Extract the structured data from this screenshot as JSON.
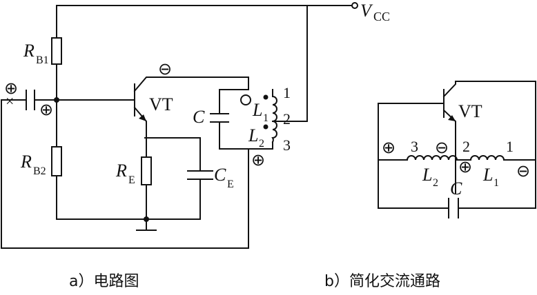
{
  "circuit_a": {
    "vcc_main": "V",
    "vcc_sub": "CC",
    "rb1_main": "R",
    "rb1_sub": "B1",
    "rb2_main": "R",
    "rb2_sub": "B2",
    "re_main": "R",
    "re_sub": "E",
    "ce_main": "C",
    "ce_sub": "E",
    "c_label": "C",
    "l1_main": "L",
    "l1_sub": "1",
    "l2_main": "L",
    "l2_sub": "2",
    "transistor": "VT",
    "pin1": "1",
    "pin2": "2",
    "pin3": "3",
    "plus": "⊕",
    "minus": "⊖",
    "cross": "×",
    "caption": "a）电路图"
  },
  "circuit_b": {
    "transistor": "VT",
    "pin1": "1",
    "pin2": "2",
    "pin3": "3",
    "l1_main": "L",
    "l1_sub": "1",
    "l2_main": "L",
    "l2_sub": "2",
    "c_label": "C",
    "plus": "⊕",
    "minus": "⊖",
    "caption": "b）简化交流通路"
  }
}
